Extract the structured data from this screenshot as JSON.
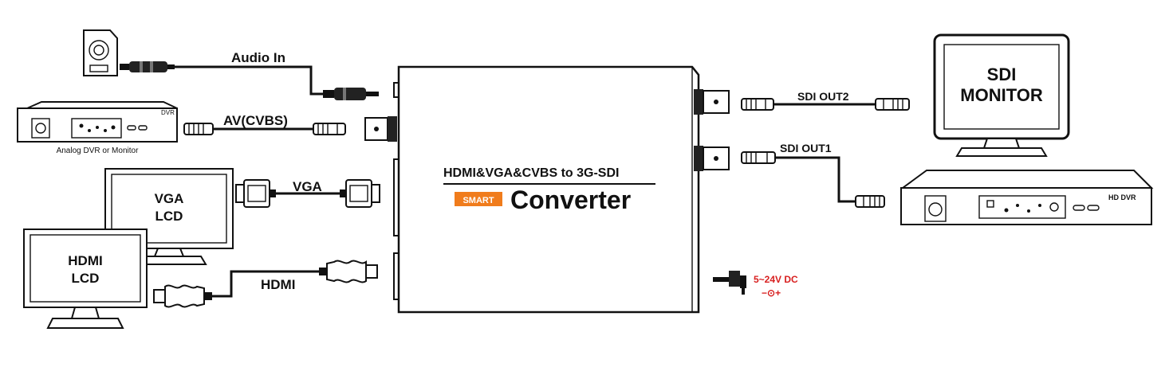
{
  "converter": {
    "title": "HDMI&VGA&CVBS to 3G-SDI",
    "badge": "SMART",
    "name": "Converter"
  },
  "inputs": {
    "audio_label": "Audio In",
    "av_label": "AV(CVBS)",
    "vga_label": "VGA",
    "hdmi_label": "HDMI"
  },
  "devices": {
    "analog_dvr_tag": "DVR",
    "analog_dvr_caption": "Analog DVR or Monitor",
    "vga_lcd_line1": "VGA",
    "vga_lcd_line2": "LCD",
    "hdmi_lcd_line1": "HDMI",
    "hdmi_lcd_line2": "LCD",
    "sdi_monitor_line1": "SDI",
    "sdi_monitor_line2": "MONITOR",
    "hd_dvr_label": "HD DVR"
  },
  "outputs": {
    "sdi_out2_label": "SDI OUT2",
    "sdi_out1_label": "SDI OUT1"
  },
  "power": {
    "voltage_label": "5~24V DC",
    "polarity_label": "−⊙+"
  },
  "colors": {
    "line": "#111111",
    "badge_bg": "#f07c1c",
    "power_text": "#d82020"
  }
}
